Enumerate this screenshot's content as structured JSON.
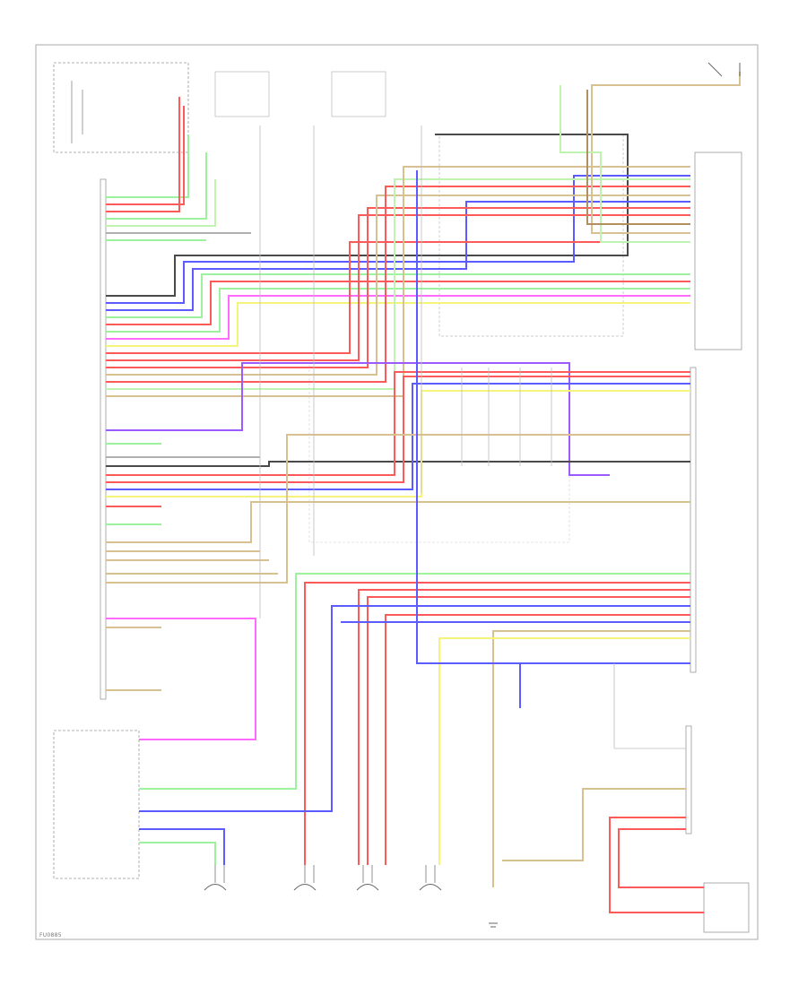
{
  "diagram": {
    "figure_code": "FU0885",
    "colors": {
      "frame": "#b8b8b8",
      "wire_black": "#4a4a4a",
      "wire_gray": "#9a9a9a",
      "red": "#ff5a5a",
      "green": "#9df29d",
      "blue": "#5b5bff",
      "pink": "#ff6aff",
      "violet": "#9b5bff",
      "yellow": "#f4f47a",
      "tan": "#d8c090",
      "ltgreen": "#c0f2b0",
      "ltblue": "#b0c8ff",
      "orange": "#ffc060",
      "brown": "#b09060",
      "magenta": "#ff50c0"
    },
    "speakers": [
      {
        "id": "right-front-speaker"
      },
      {
        "id": "right-rear-speaker"
      },
      {
        "id": "left-front-speaker"
      },
      {
        "id": "left-rear-speaker"
      }
    ]
  }
}
